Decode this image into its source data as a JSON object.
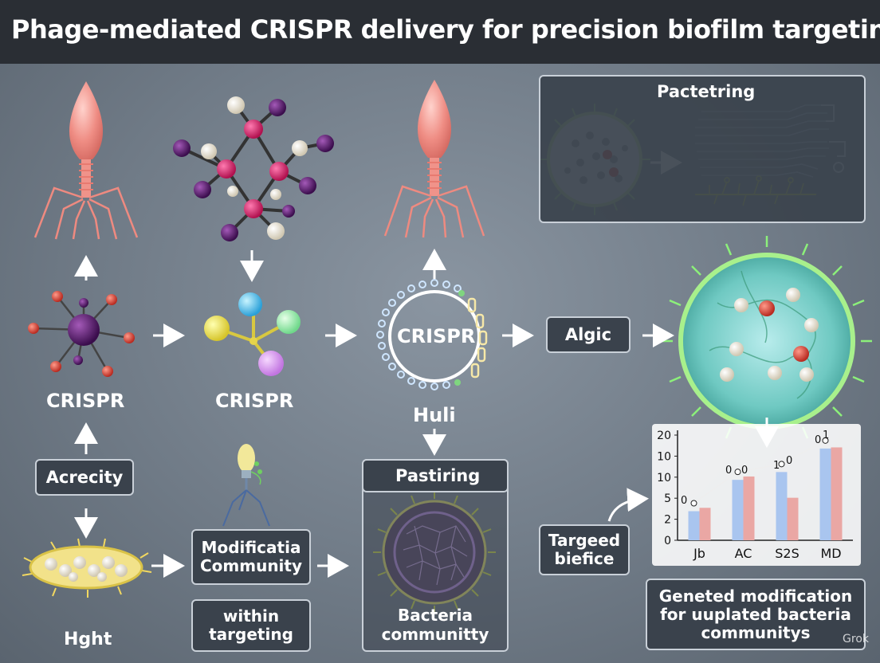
{
  "title": "Phage-mediated CRISPR delivery for precision biofilm targeting",
  "nodes": {
    "crispr_left": "CRISPR",
    "crispr_mid": "CRISPR",
    "crispr_ring": "CRISPR",
    "huli": "Huli",
    "hght": "Hght"
  },
  "boxes": {
    "acrecity": "Acrecity",
    "algic": "Algic",
    "modificatia": "Modificatia\nCommunity",
    "within": "within\ntargeting",
    "targeed": "Targeed\nbiefice",
    "geneted": "Geneted modification\nfor uuplated bacteria\ncommunitys"
  },
  "panels": {
    "pactetring": "Pactetring",
    "pastiring": "Pastiring",
    "pastiring_caption": "Bacteria\ncommunitty"
  },
  "watermark": "Grok",
  "colors": {
    "title_bg": "#2a2e34",
    "panel_bg": "#3c444e",
    "bar_blue": "#a9c5ef",
    "bar_pink": "#eaa7a4",
    "phage": "#e8837a"
  },
  "chart_data": {
    "type": "bar",
    "categories": [
      "Jb",
      "AC",
      "S2S",
      "MD"
    ],
    "y_ticks": [
      "20",
      "10",
      "10",
      "5",
      "2",
      "0"
    ],
    "series": [
      {
        "values": [
          2.6,
          5.4,
          6.1,
          8.2
        ]
      },
      {
        "values": [
          2.9,
          5.7,
          3.8,
          8.3
        ]
      }
    ],
    "line_labels": [
      "0",
      "0",
      "0",
      "1",
      "0",
      "0",
      "1"
    ],
    "ylim": [
      0,
      9.4
    ]
  }
}
